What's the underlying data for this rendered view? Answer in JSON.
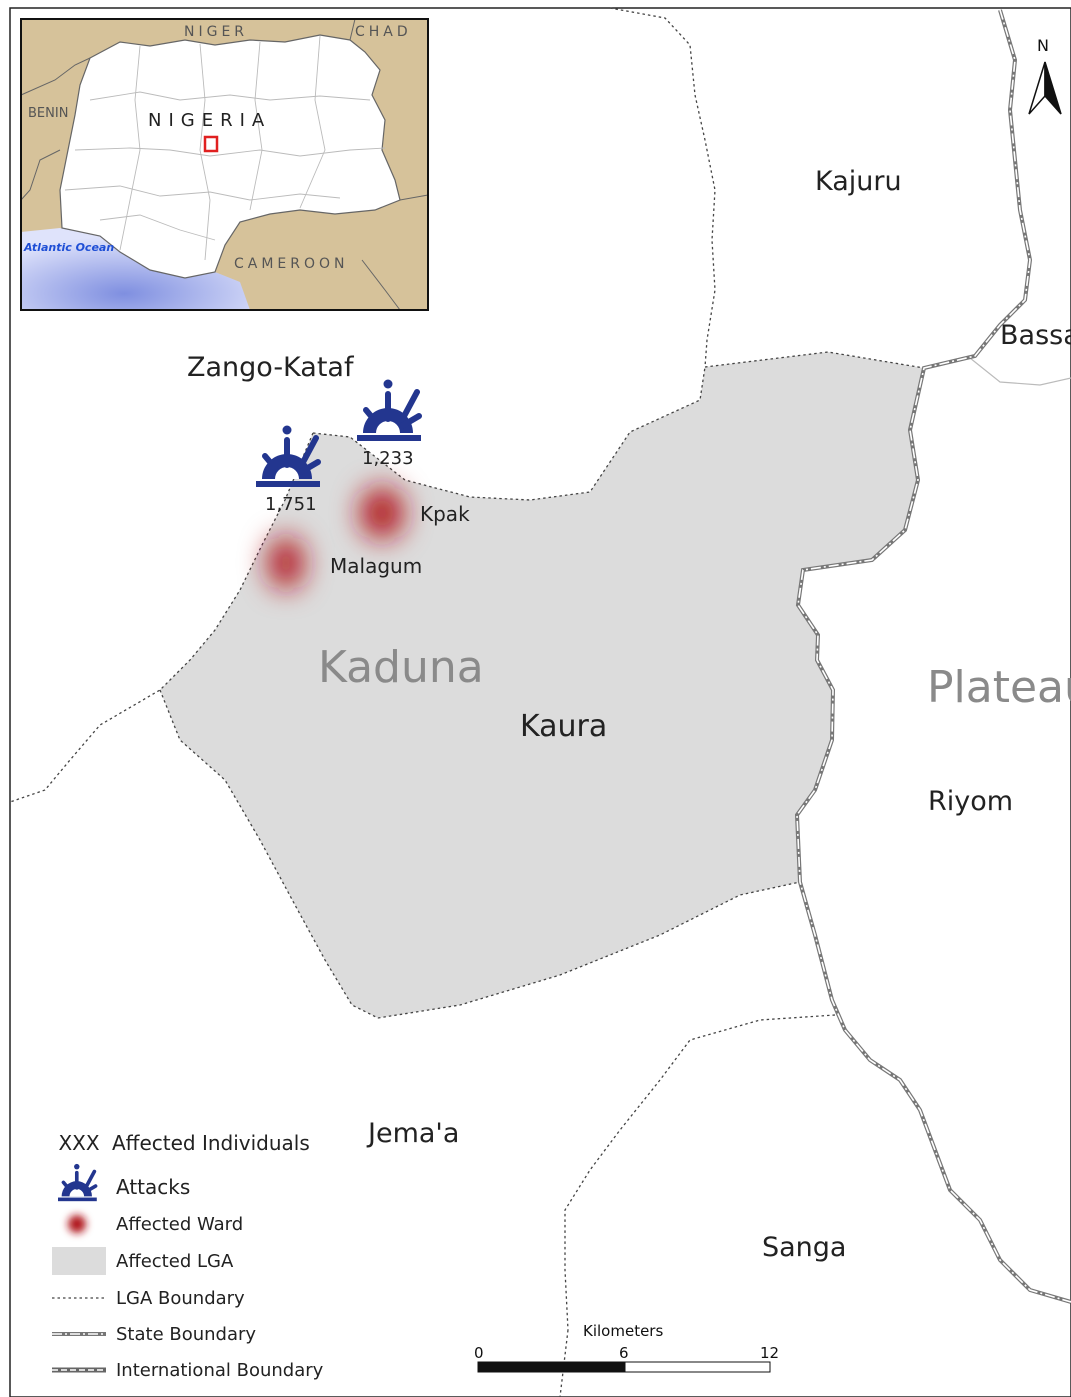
{
  "inset": {
    "country": "NIGERIA",
    "neighbors": [
      "NIGER",
      "CHAD",
      "BENIN",
      "CAMEROON"
    ],
    "ocean": "Atlantic Ocean",
    "colors": {
      "land": "#d6c29a",
      "country_fill": "#ffffff",
      "ocean": "#7f8fe0",
      "locator": "#e02020"
    }
  },
  "north_arrow": {
    "label": "N"
  },
  "states": {
    "kaduna": "Kaduna",
    "plateau": "Plateau"
  },
  "lgas": {
    "kajuru": "Kajuru",
    "bassa": "Bassa",
    "zango_kataf": "Zango-Kataf",
    "kaura": "Kaura",
    "riyom": "Riyom",
    "jemaa": "Jema'a",
    "sanga": "Sanga"
  },
  "wards": {
    "kpak": {
      "name": "Kpak",
      "affected_individuals": "1,233"
    },
    "malagum": {
      "name": "Malagum",
      "affected_individuals": "1,751"
    }
  },
  "legend": {
    "affected_individuals": {
      "symbol": "XXX",
      "label": "Affected Individuals"
    },
    "attacks": "Attacks",
    "affected_ward": "Affected Ward",
    "affected_lga": "Affected LGA",
    "lga_boundary": "LGA Boundary",
    "state_boundary": "State Boundary",
    "international_boundary": "International Boundary"
  },
  "scale_bar": {
    "title": "Kilometers",
    "ticks": [
      "0",
      "6",
      "12"
    ]
  },
  "colors": {
    "affected_lga": "#dcdcdc",
    "attack_icon": "#23368f",
    "affected_ward": "#b0161c"
  }
}
